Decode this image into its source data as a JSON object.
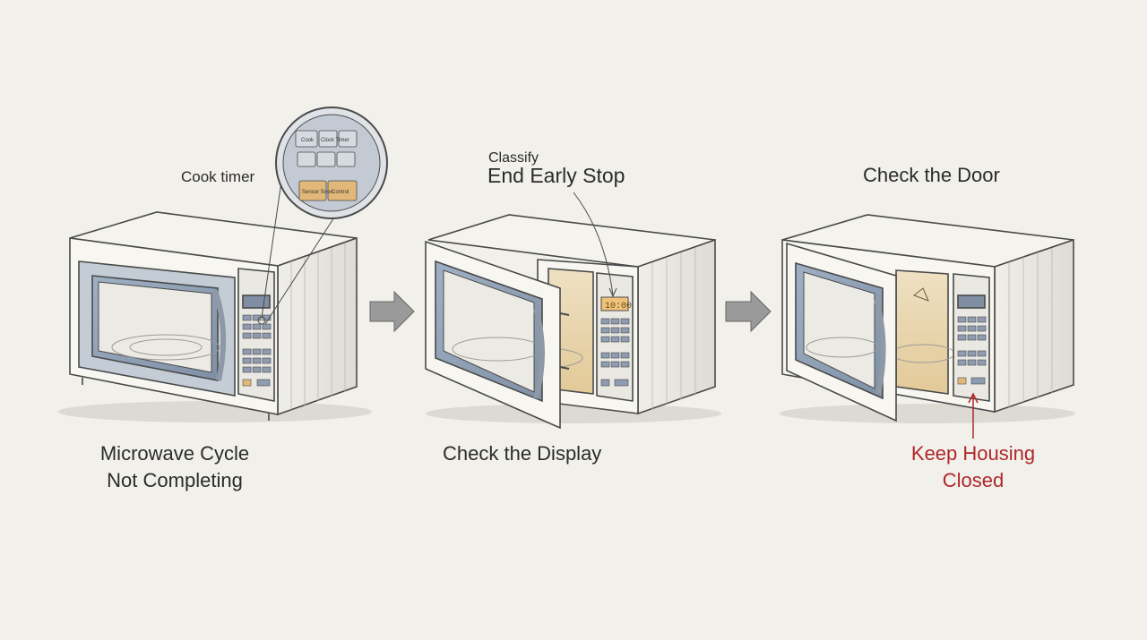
{
  "colors": {
    "background": "#f1f0ea",
    "outline": "#4a4a4a",
    "glass": "#8f9fb4",
    "body": "#f7f6f1",
    "accent": "#e2b878",
    "warning": "#b0272b",
    "arrow": "#8a8a8a"
  },
  "steps": [
    {
      "title_line1": "Microwave Cycle",
      "title_line2": "Not Completing"
    },
    {
      "title": "Check the Display"
    },
    {
      "title": "Check the Door"
    }
  ],
  "callouts": {
    "cook_timer": "Cook timer",
    "classify_small": "Classify",
    "classify_main": "End Early Stop",
    "housing_line1": "Keep Housing",
    "housing_line2": "Closed"
  },
  "zoom_panel": {
    "buttons_top": [
      "Cook",
      "Clock Timer",
      ""
    ],
    "buttons_bottom": [
      "Sensor Soon",
      "Control"
    ]
  },
  "display_reading": "10:00",
  "icons": [
    "microwave-closed-icon",
    "microwave-open-icon",
    "microwave-door-ajar-icon",
    "arrow-right-icon",
    "magnifier-callout-icon"
  ]
}
